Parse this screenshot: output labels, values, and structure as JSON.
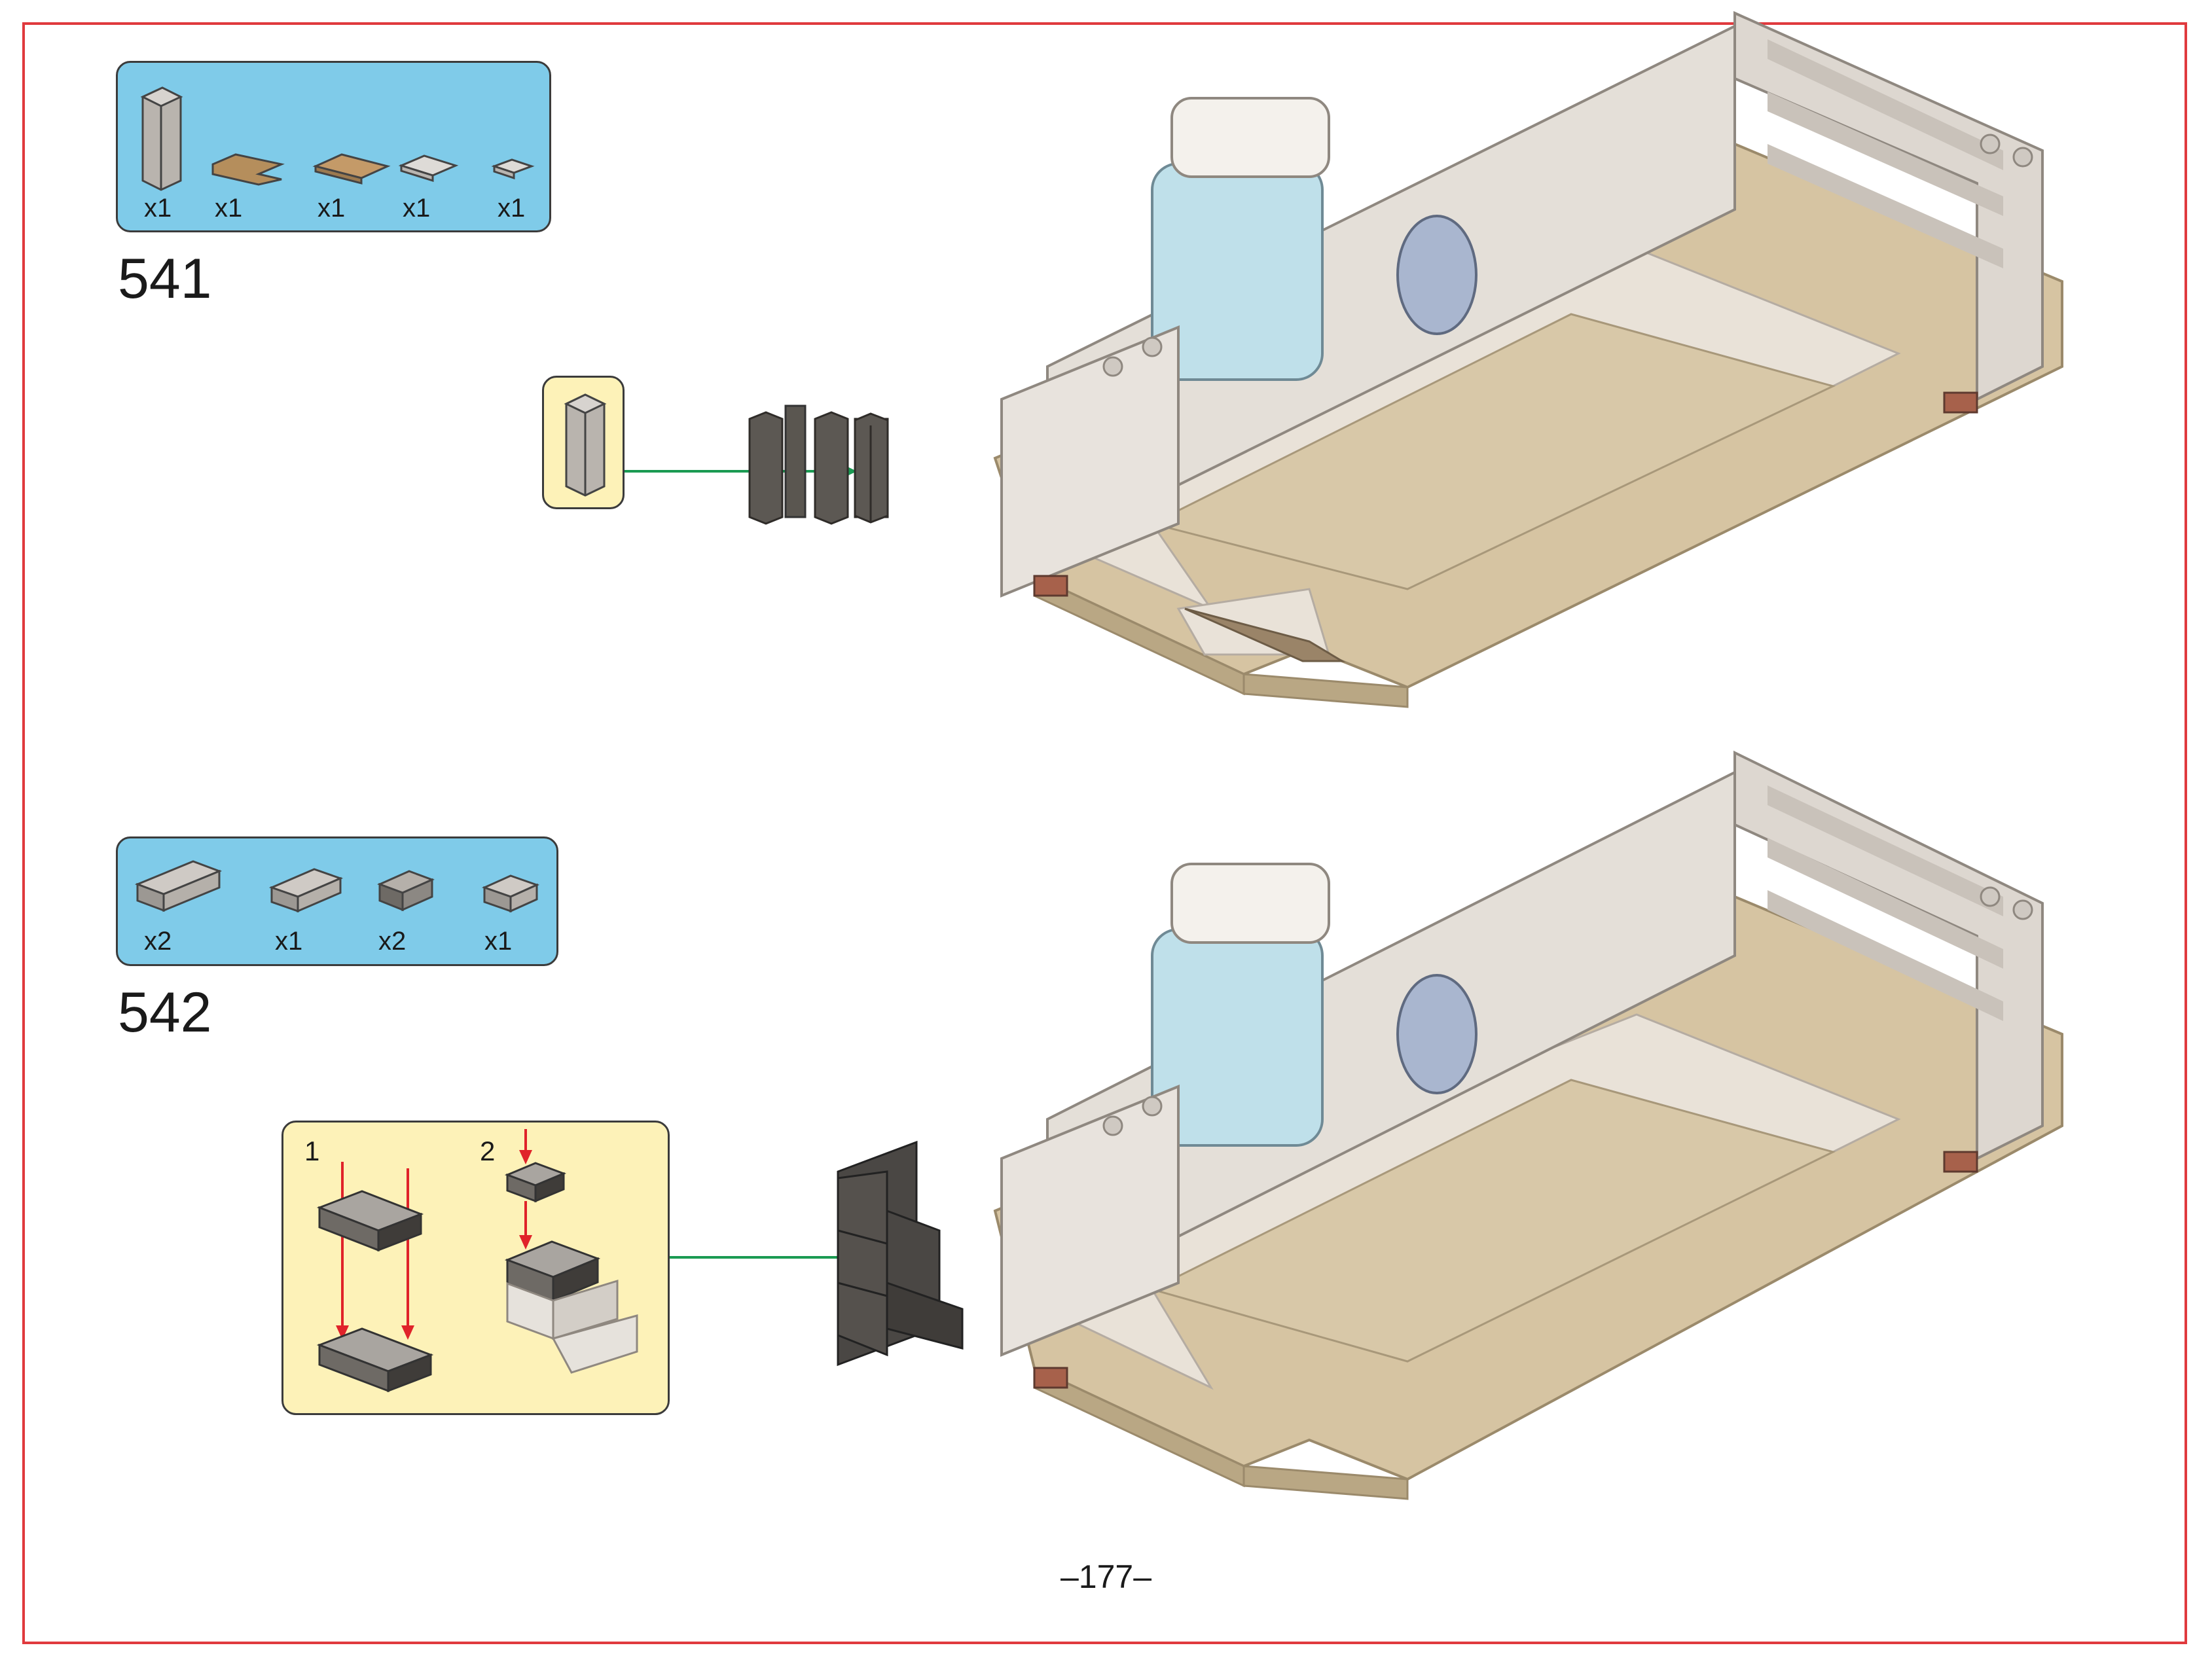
{
  "steps": [
    {
      "number": "541",
      "parts": [
        {
          "icon": "tall-brick-1x1x5-icon",
          "qty": "x1"
        },
        {
          "icon": "corner-tile-icon",
          "qty": "x1"
        },
        {
          "icon": "tile-1x4-icon",
          "qty": "x1"
        },
        {
          "icon": "tile-1x2-icon",
          "qty": "x1"
        },
        {
          "icon": "tile-1x1-icon",
          "qty": "x1"
        }
      ]
    },
    {
      "number": "542",
      "parts": [
        {
          "icon": "brick-1x4-icon",
          "qty": "x2"
        },
        {
          "icon": "brick-1x3-icon",
          "qty": "x1"
        },
        {
          "icon": "brick-1x2-masonry-icon",
          "qty": "x2"
        },
        {
          "icon": "brick-1x2-icon",
          "qty": "x1"
        }
      ],
      "substeps": [
        "1",
        "2"
      ]
    }
  ],
  "page_number": "–177–",
  "colors": {
    "frame": "#e03a3e",
    "parts_bg": "#7fcbe9",
    "callout_bg": "#fdf2b8",
    "arrow_green": "#1a9a52",
    "arrow_red": "#e0232a",
    "baseplate_tan": "#d6c4a2",
    "wall_light_grey": "#d8d2cc"
  }
}
